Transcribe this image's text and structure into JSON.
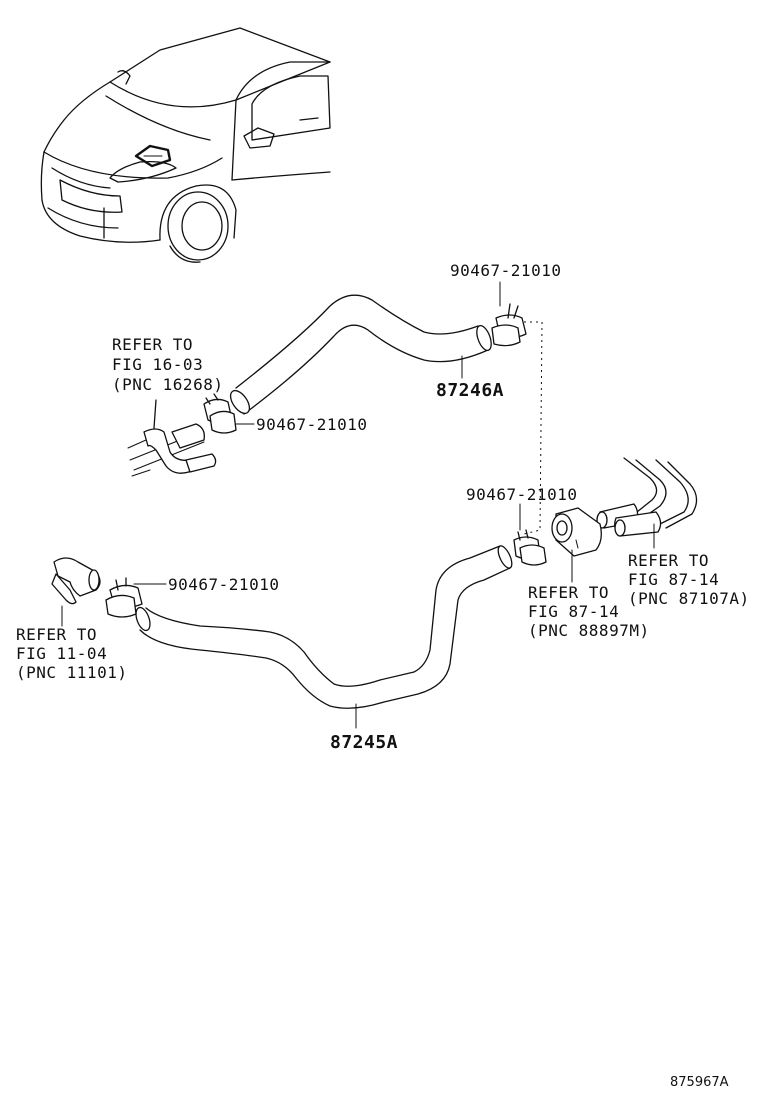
{
  "labels": {
    "clamp_top": "90467-21010",
    "hose_upper": "87246A",
    "clamp_left": "90467-21010",
    "ref_16_03": [
      "REFER TO",
      "FIG 16-03",
      "(PNC 16268)"
    ],
    "clamp_right": "90467-21010",
    "ref_87_14_a": [
      "REFER TO",
      "FIG 87-14",
      "(PNC 87107A)"
    ],
    "ref_87_14_m": [
      "REFER TO",
      "FIG 87-14",
      "(PNC 88897M)"
    ],
    "clamp_lower": "90467-21010",
    "ref_11_04": [
      "REFER TO",
      "FIG 11-04",
      "(PNC 11101)"
    ],
    "hose_lower": "87245A",
    "figure_code": "875967A"
  },
  "icons": [
    "car-illustration",
    "hose-clamp-icon",
    "heater-pipe-icon",
    "engine-outlet-icon"
  ],
  "colors": {
    "line": "#111111",
    "background": "#ffffff"
  }
}
